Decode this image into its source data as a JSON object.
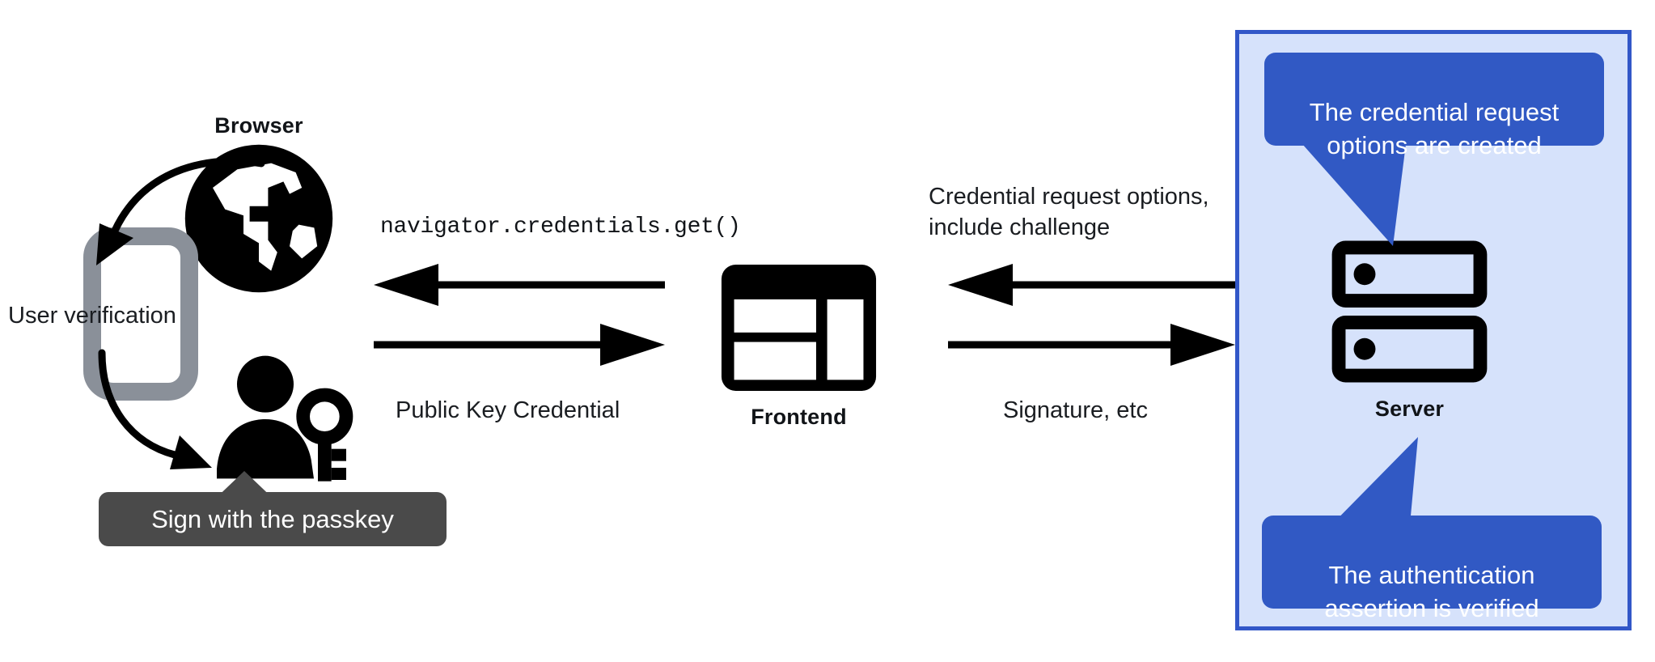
{
  "diagram": {
    "title": "WebAuthn passkey authentication flow",
    "background": "#ffffff"
  },
  "colors": {
    "panel_fill": "#d6e2fb",
    "panel_border": "#3257c8",
    "callout_fill": "#3159c4",
    "callout_text": "#ffffff",
    "tooltip_fill": "#4a4a4a",
    "tooltip_text": "#ffffff",
    "icon_black": "#000000",
    "phone_gray": "#8a9099",
    "text_color": "#1a1d21"
  },
  "nodes": {
    "browser": {
      "label": "Browser",
      "icon": "globe-icon"
    },
    "phone": {
      "icon": "mobile-phone-icon"
    },
    "user": {
      "icon": "person-with-key-icon"
    },
    "frontend": {
      "label": "Frontend",
      "icon": "dashboard-layout-icon"
    },
    "server": {
      "label": "Server",
      "icon": "server-racks-icon"
    }
  },
  "labels": {
    "user_verification": "User verification",
    "navigator_get": "navigator.credentials.get()",
    "public_key_credential": "Public Key Credential",
    "credential_request_options": "Credential request options,\ninclude challenge",
    "signature_etc": "Signature, etc"
  },
  "callouts": {
    "top": {
      "text": "The credential request\noptions are created",
      "points_to": "server"
    },
    "bottom": {
      "text": "The authentication\nassertion is verified",
      "points_to": "server"
    }
  },
  "tooltip": {
    "passkey": "Sign with the passkey"
  },
  "arrows": [
    {
      "name": "browser-to-frontend-get",
      "direction": "left",
      "label": "navigator.credentials.get()"
    },
    {
      "name": "frontend-to-browser-credential",
      "direction": "right",
      "label": "Public Key Credential"
    },
    {
      "name": "server-to-frontend-options",
      "direction": "left",
      "label": "Credential request options, include challenge"
    },
    {
      "name": "frontend-to-server-signature",
      "direction": "right",
      "label": "Signature, etc"
    },
    {
      "name": "browser-to-phone-curve",
      "direction": "curved-down-left",
      "label": "User verification"
    },
    {
      "name": "phone-to-user-curve",
      "direction": "curved-down-right",
      "label": ""
    }
  ]
}
